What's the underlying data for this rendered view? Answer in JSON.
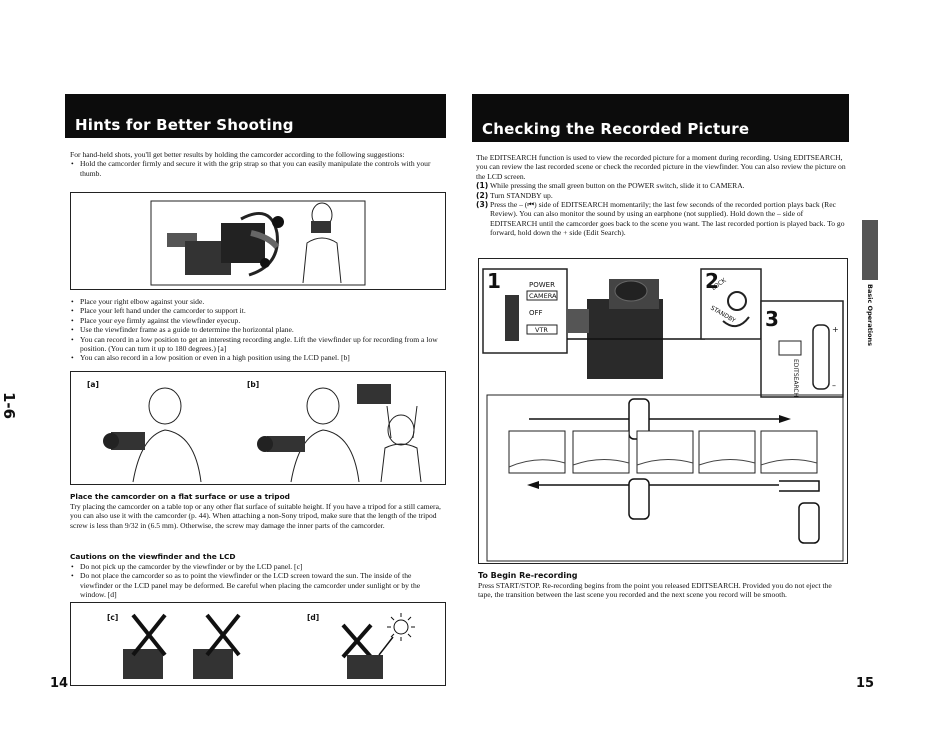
{
  "left": {
    "header": "Hints for Better Shooting",
    "intro": "For hand-held shots, you'll get better results by holding the camcorder according to the following suggestions:",
    "intro_bullets": [
      "Hold the camcorder firmly and secure it with the grip strap so that you can easily manipulate the controls with your thumb."
    ],
    "bullets": [
      "Place your right elbow against your side.",
      "Place your left hand under the camcorder to support it.",
      "Place your eye firmly against the viewfinder eyecup.",
      "Use the viewfinder frame as a guide to determine the horizontal plane.",
      "You can record in a low position to get an interesting recording angle. Lift the viewfinder up for recording from a low position. (You can turn it up to 180 degrees.) [a]",
      "You can also record in a low position or even in a high position using the LCD panel. [b]"
    ],
    "fig_a": "[a]",
    "fig_b": "[b]",
    "fig_c": "[c]",
    "fig_d": "[d]",
    "tripod_head": "Place the camcorder on a flat surface or use a tripod",
    "tripod_text": "Try placing the camcorder on a table top or any other flat surface of suitable height. If you have a tripod for a still camera, you can also use it with the camcorder (p. 44). When attaching a non-Sony tripod, make sure that the length of the tripod screw is less than 9/32 in (6.5 mm). Otherwise, the screw may damage the inner parts of the camcorder.",
    "cautions_head": "Cautions on the viewfinder and the LCD",
    "cautions": [
      "Do not pick up the camcorder by the viewfinder or by the LCD panel. [c]",
      "Do not place the camcorder so as to point the viewfinder or the LCD screen toward the sun. The inside of the viewfinder or the LCD panel may be deformed. Be careful when placing the camcorder under sunlight or by the window. [d]"
    ],
    "page_number": "14",
    "margin_label": "1-6"
  },
  "right": {
    "header": "Checking the Recorded Picture",
    "intro": "The EDITSEARCH function is used to view the recorded picture for a moment during recording. Using EDITSEARCH, you can review the last recorded scene or check the recorded picture in the viewfinder. You can also review the picture on the LCD screen.",
    "steps": [
      {
        "num": "(1)",
        "text": "While pressing the small green button on the POWER switch, slide it to CAMERA."
      },
      {
        "num": "(2)",
        "text": "Turn STANDBY up."
      },
      {
        "num": "(3)",
        "text": "Press the – (⏮) side of EDITSEARCH momentarily; the last few seconds of the recorded portion plays back (Rec Review). You can also monitor the sound by using an earphone (not supplied). Hold down the – side of EDITSEARCH until the camcorder goes back to the scene you want. The last recorded portion is played back. To go forward, hold down the + side (Edit Search)."
      }
    ],
    "diagram": {
      "n1": "1",
      "n2": "2",
      "n3": "3",
      "power": "POWER",
      "camera": "CAMERA",
      "off": "OFF",
      "vtr": "VTR",
      "lock": "LOCK",
      "standby": "STANDBY",
      "editsearch": "EDITSEARCH",
      "plus": "+",
      "minus": "–"
    },
    "begin_head": "To Begin Re-recording",
    "begin_text": "Press START/STOP. Re-recording begins from the point you released EDITSEARCH. Provided you do not eject the tape, the transition between the last scene you recorded and the next scene you record will be smooth.",
    "side_tab": "Basic Operations",
    "page_number": "15"
  }
}
